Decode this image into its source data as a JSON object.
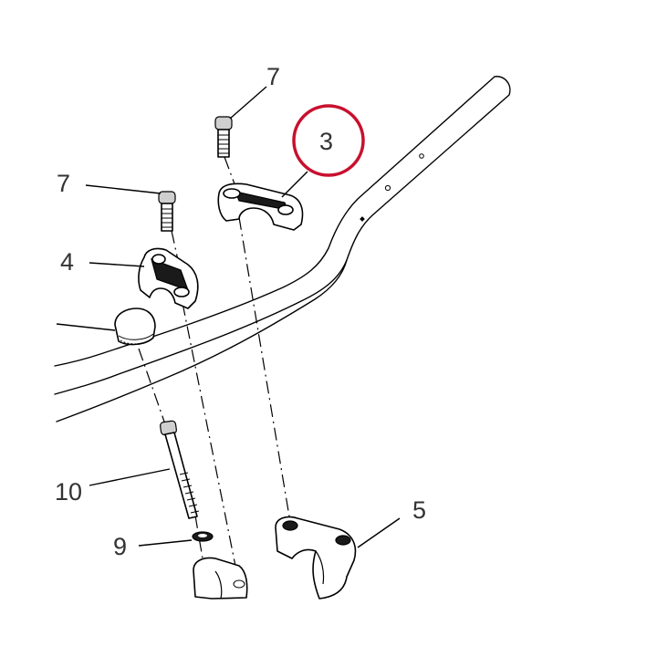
{
  "callouts": [
    {
      "id": "bolt-top",
      "label": "7"
    },
    {
      "id": "bolt-left",
      "label": "7"
    },
    {
      "id": "clamp-right",
      "label": "3"
    },
    {
      "id": "clamp-left",
      "label": "4"
    },
    {
      "id": "riser",
      "label": "5"
    },
    {
      "id": "long-bolt",
      "label": "10"
    },
    {
      "id": "washer",
      "label": "9"
    }
  ],
  "highlight": {
    "callout": "clamp-right",
    "color": "#c8102e"
  },
  "colors": {
    "line": "#000000",
    "label": "#333333",
    "background": "#ffffff"
  }
}
